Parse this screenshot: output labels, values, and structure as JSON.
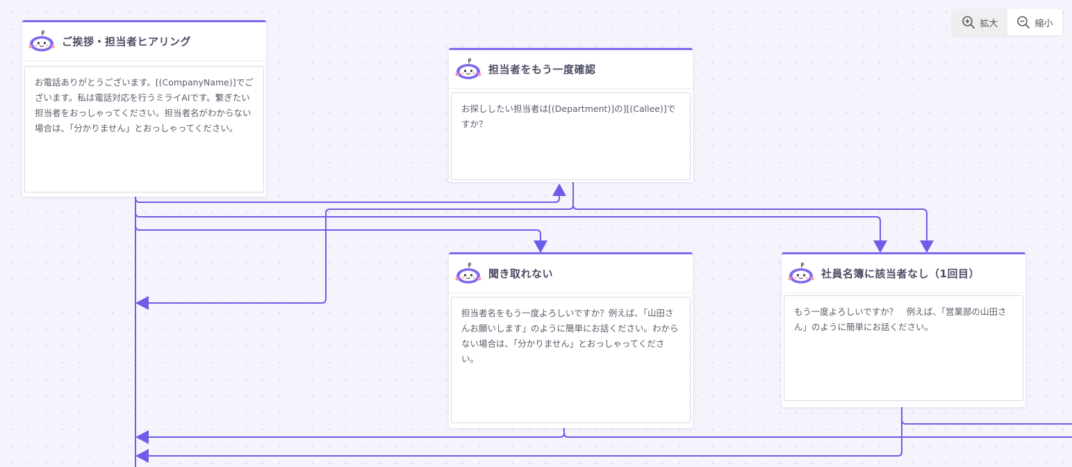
{
  "toolbar": {
    "zoom_in_label": "拡大",
    "zoom_out_label": "縮小"
  },
  "nodes": [
    {
      "title": "ご挨拶・担当者ヒアリング",
      "body": "お電話ありがとうございます。[(CompanyName)]でございます。私は電話対応を行うミライAIです。繋ぎたい担当者をおっしゃってください。担当者名がわからない場合は、「分かりません」とおっしゃってください。"
    },
    {
      "title": "担当者をもう一度確認",
      "body": "お探ししたい担当者は[(Department)]の][(Callee)]ですか？"
    },
    {
      "title": "聞き取れない",
      "body": "担当者名をもう一度よろしいですか？例えば、「山田さんお願いします」のように簡単にお話ください。わからない場合は、「分かりません」とおっしゃってください。"
    },
    {
      "title": "社員名簿に該当者なし（1回目）",
      "body": "もう一度よろしいですか？　例えば、「営業部の山田さん」のように簡単にお話ください。"
    }
  ],
  "colors": {
    "accent": "#7b68ee",
    "connector": "#6c5ce7",
    "canvas": "#f5f3fc"
  }
}
